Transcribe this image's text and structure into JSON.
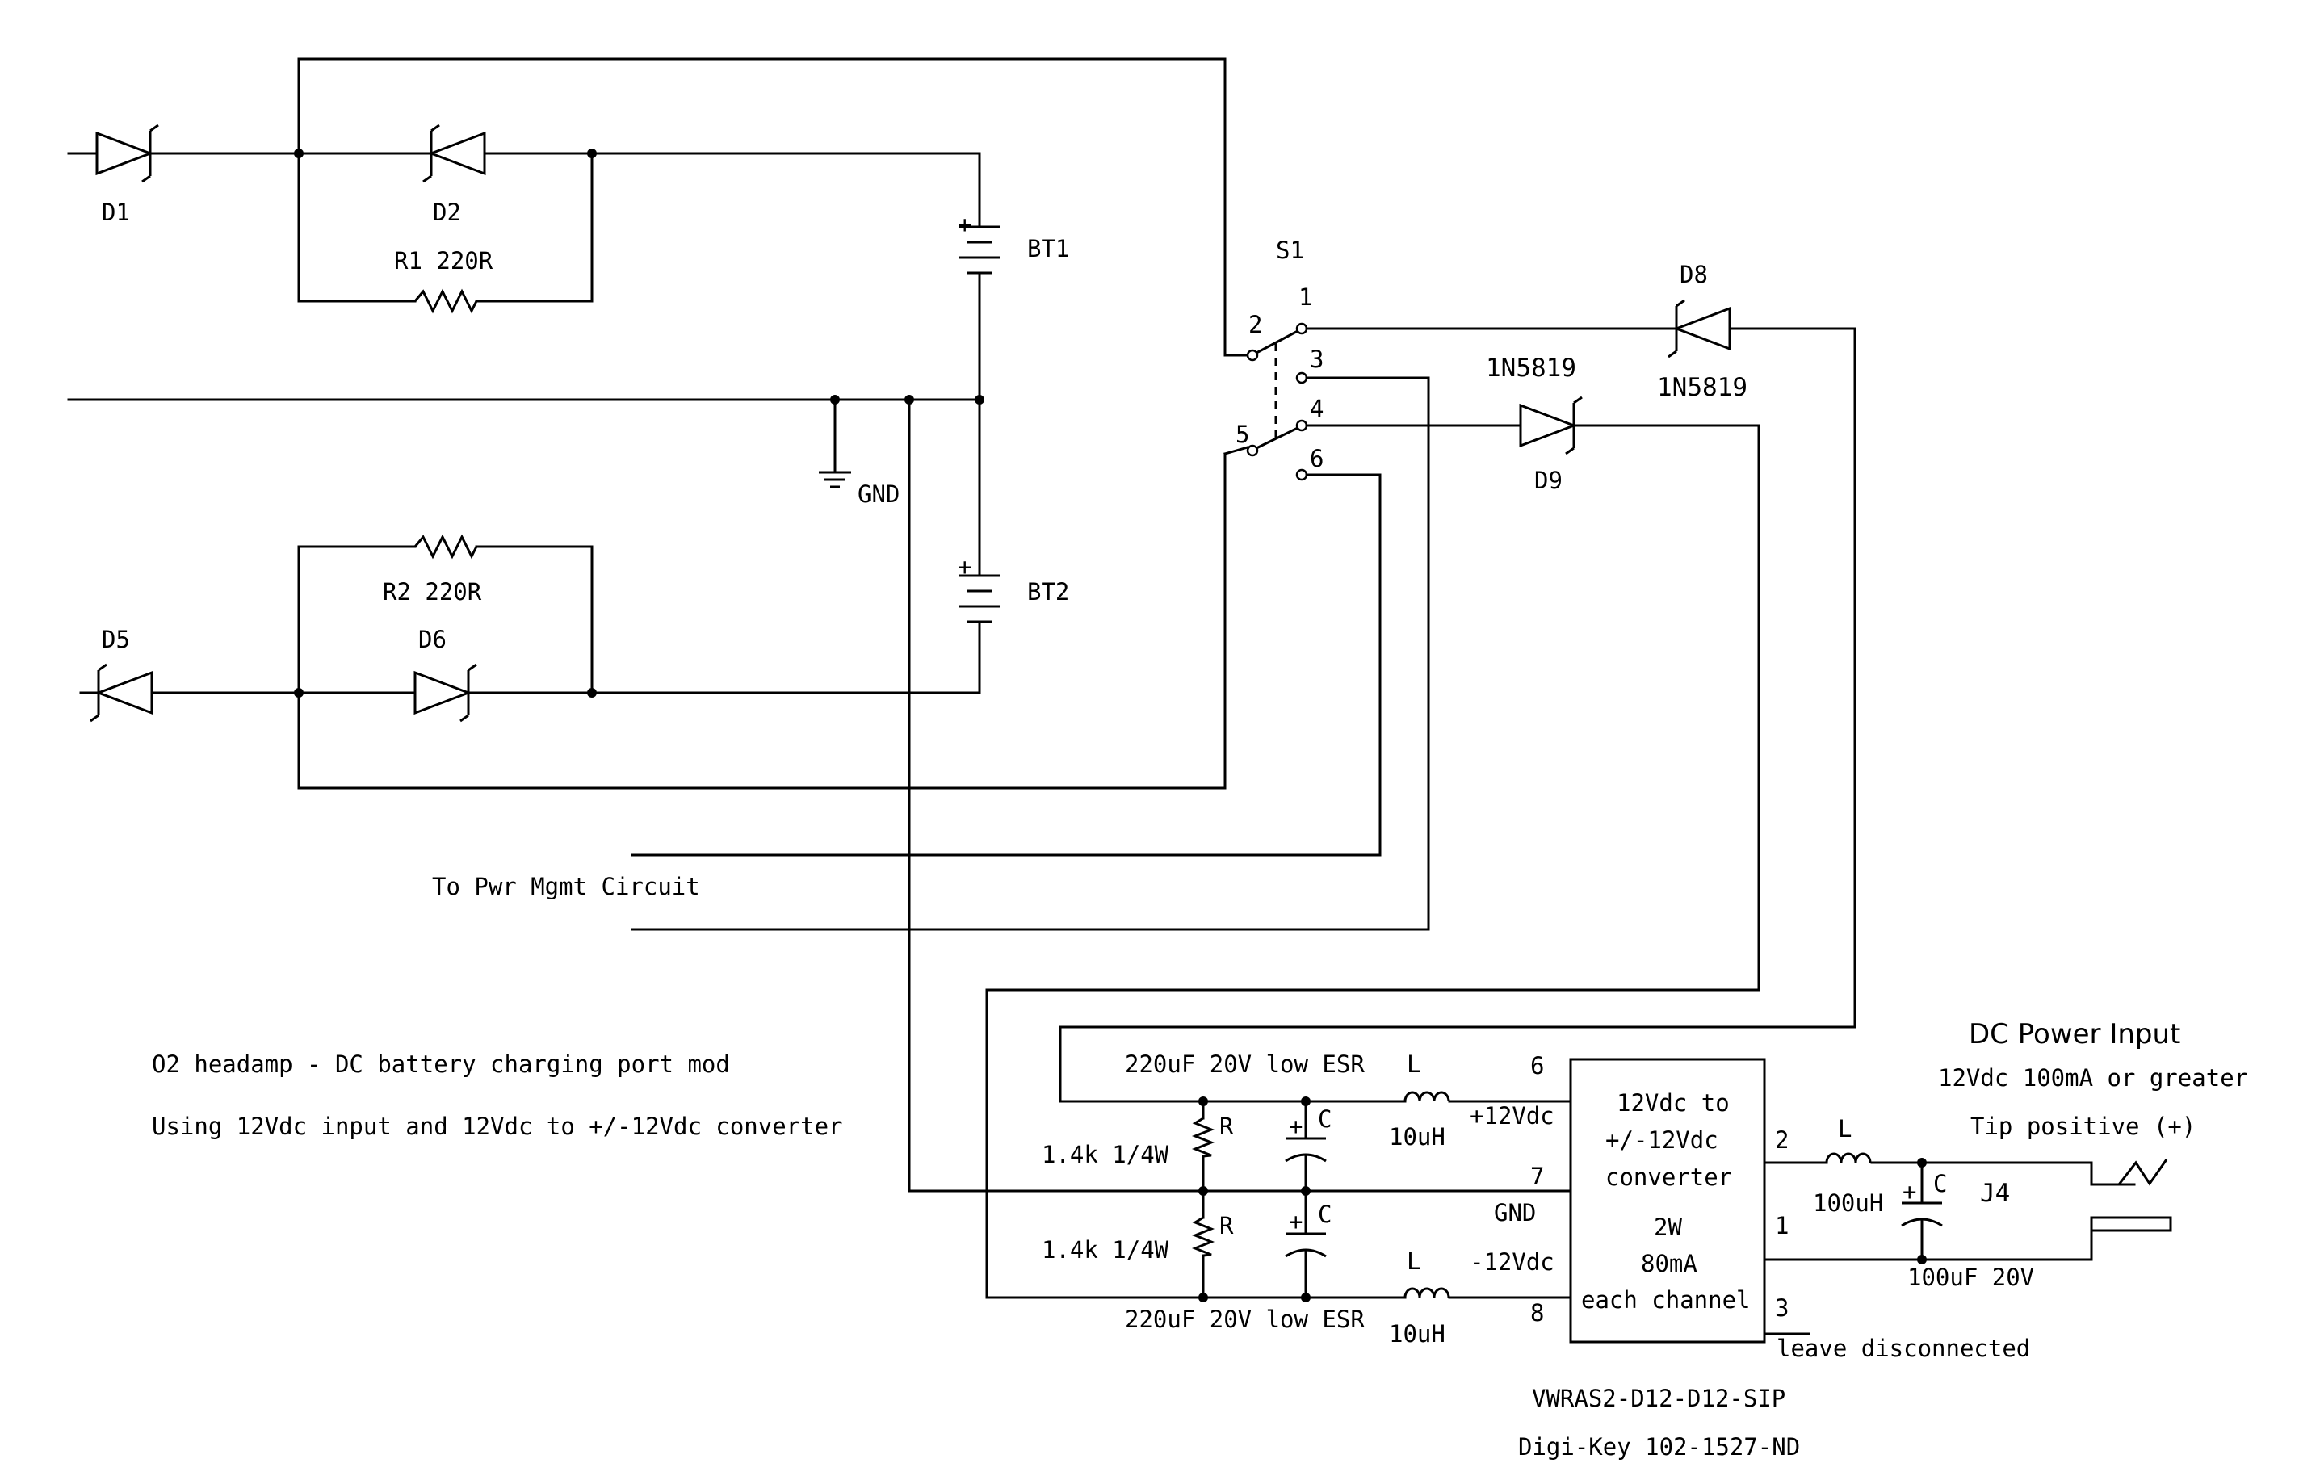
{
  "components": {
    "d1": "D1",
    "d2": "D2",
    "d5": "D5",
    "d6": "D6",
    "d8": "D8",
    "d9": "D9",
    "d8_part": "1N5819",
    "d9_part": "1N5819",
    "r1": "R1  220R",
    "r2": "R2  220R",
    "bt1": "BT1",
    "bt2": "BT2",
    "gnd": "GND",
    "s1": "S1",
    "s1_pins": [
      "1",
      "2",
      "3",
      "4",
      "5",
      "6"
    ],
    "j4": "J4",
    "r_top": "R",
    "r_bottom": "R",
    "r_top_val": "1.4k 1/4W",
    "r_bottom_val": "1.4k 1/4W",
    "c_top": "C",
    "c_bottom": "C",
    "c_top_val": "220uF 20V low ESR",
    "c_bottom_val": "220uF 20V low ESR",
    "l_top": "L",
    "l_bottom": "L",
    "l_top_val": "10uH",
    "l_bottom_val": "10uH",
    "l_in": "L",
    "l_in_val": "100uH",
    "c_in": "C",
    "c_in_val": "100uF 20V"
  },
  "converter": {
    "title": "12Vdc to",
    "title2": "+/-12Vdc",
    "title3": "converter",
    "power": "2W",
    "current": "80mA",
    "note": "each channel",
    "pins": {
      "p6": "6",
      "p7": "7",
      "p8": "8",
      "p2": "2",
      "p1": "1",
      "p3": "3"
    },
    "net_pos": "+12Vdc",
    "net_gnd": "GND",
    "net_neg": "-12Vdc",
    "part_number": "VWRAS2-D12-D12-SIP",
    "digikey": "Digi-Key  102-1527-ND",
    "pin3_note": "leave disconnected"
  },
  "labels": {
    "pwr_mgmt": "To Pwr Mgmt Circuit",
    "description_1": "O2 headamp - DC battery charging port mod",
    "description_2": "Using 12Vdc input and 12Vdc to +/-12Vdc converter",
    "dc_input_title": "DC Power Input",
    "dc_input_spec": "12Vdc 100mA or greater",
    "dc_input_polarity": "Tip positive (+)"
  }
}
